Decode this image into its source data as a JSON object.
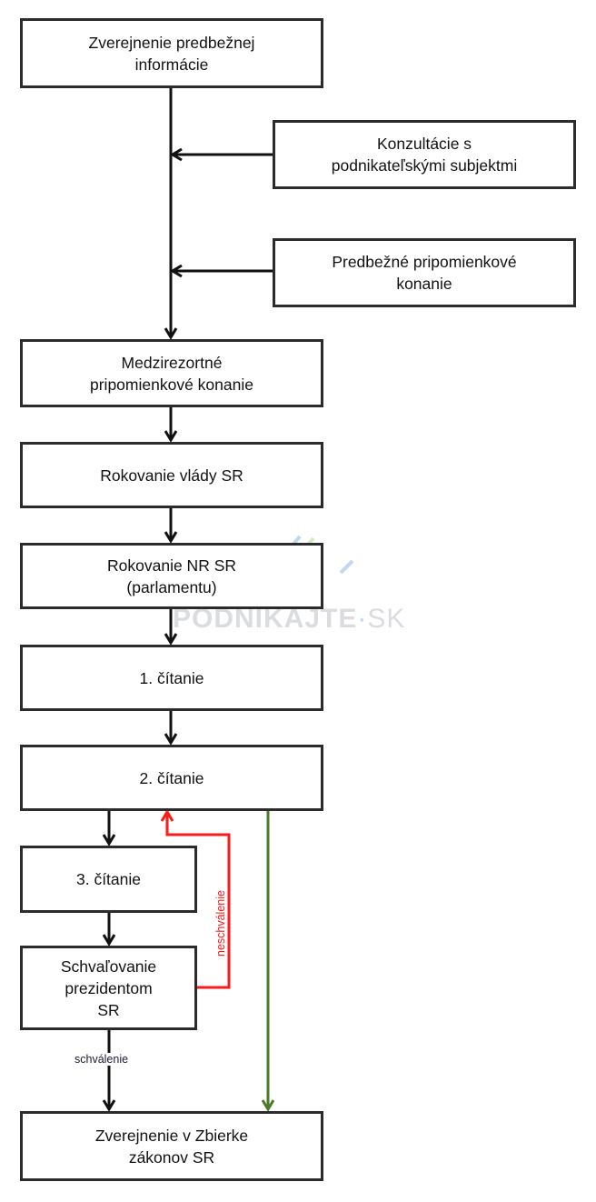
{
  "boxes": {
    "b1": "Zverejnenie predbežnej\ninformácie",
    "b2": "Konzultácie s\npodnikateľskými subjektmi",
    "b3": "Predbežné pripomienkové\nkonanie",
    "b4": "Medzirezortné\npripomienkové konanie",
    "b5": "Rokovanie vlády SR",
    "b6": "Rokovanie NR SR\n(parlamentu)",
    "b7": "1. čítanie",
    "b8": "2. čítanie",
    "b9": "3. čítanie",
    "b10": "Schvaľovanie\nprezidentom\nSR",
    "b11": "Zverejnenie v Zbierke\nzákonov SR"
  },
  "labels": {
    "approved": "schválenie",
    "rejected": "neschválenie"
  },
  "watermark": {
    "brand": "PODNIKAJTE",
    "tld": "SK"
  },
  "colors": {
    "rejected": "#ff1a1a",
    "direct": "#4a7a2a",
    "line": "#111111"
  }
}
